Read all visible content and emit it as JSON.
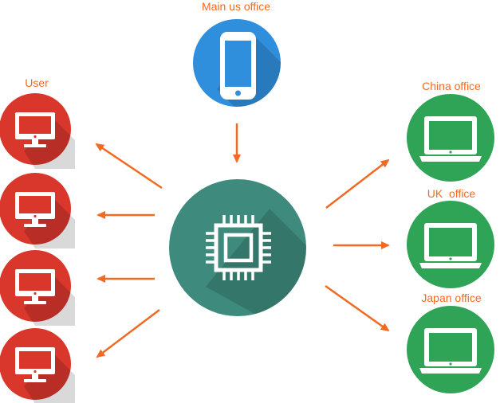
{
  "labels": {
    "main_office": "Main us office",
    "user": "User",
    "china_office": "China office",
    "uk_office": "UK  office",
    "japan_office": "Japan office"
  },
  "colors": {
    "accent": "#f26a21",
    "user_red": "#d9362c",
    "office_green": "#2fa457",
    "mobile_blue": "#2f8fdc",
    "hub_teal": "#3e8a7d",
    "icon_white": "#ffffff"
  },
  "icons": {
    "main_office": "smartphone-icon",
    "hub": "cpu-chip-icon",
    "users": "desktop-monitor-icon",
    "offices": "laptop-icon"
  }
}
